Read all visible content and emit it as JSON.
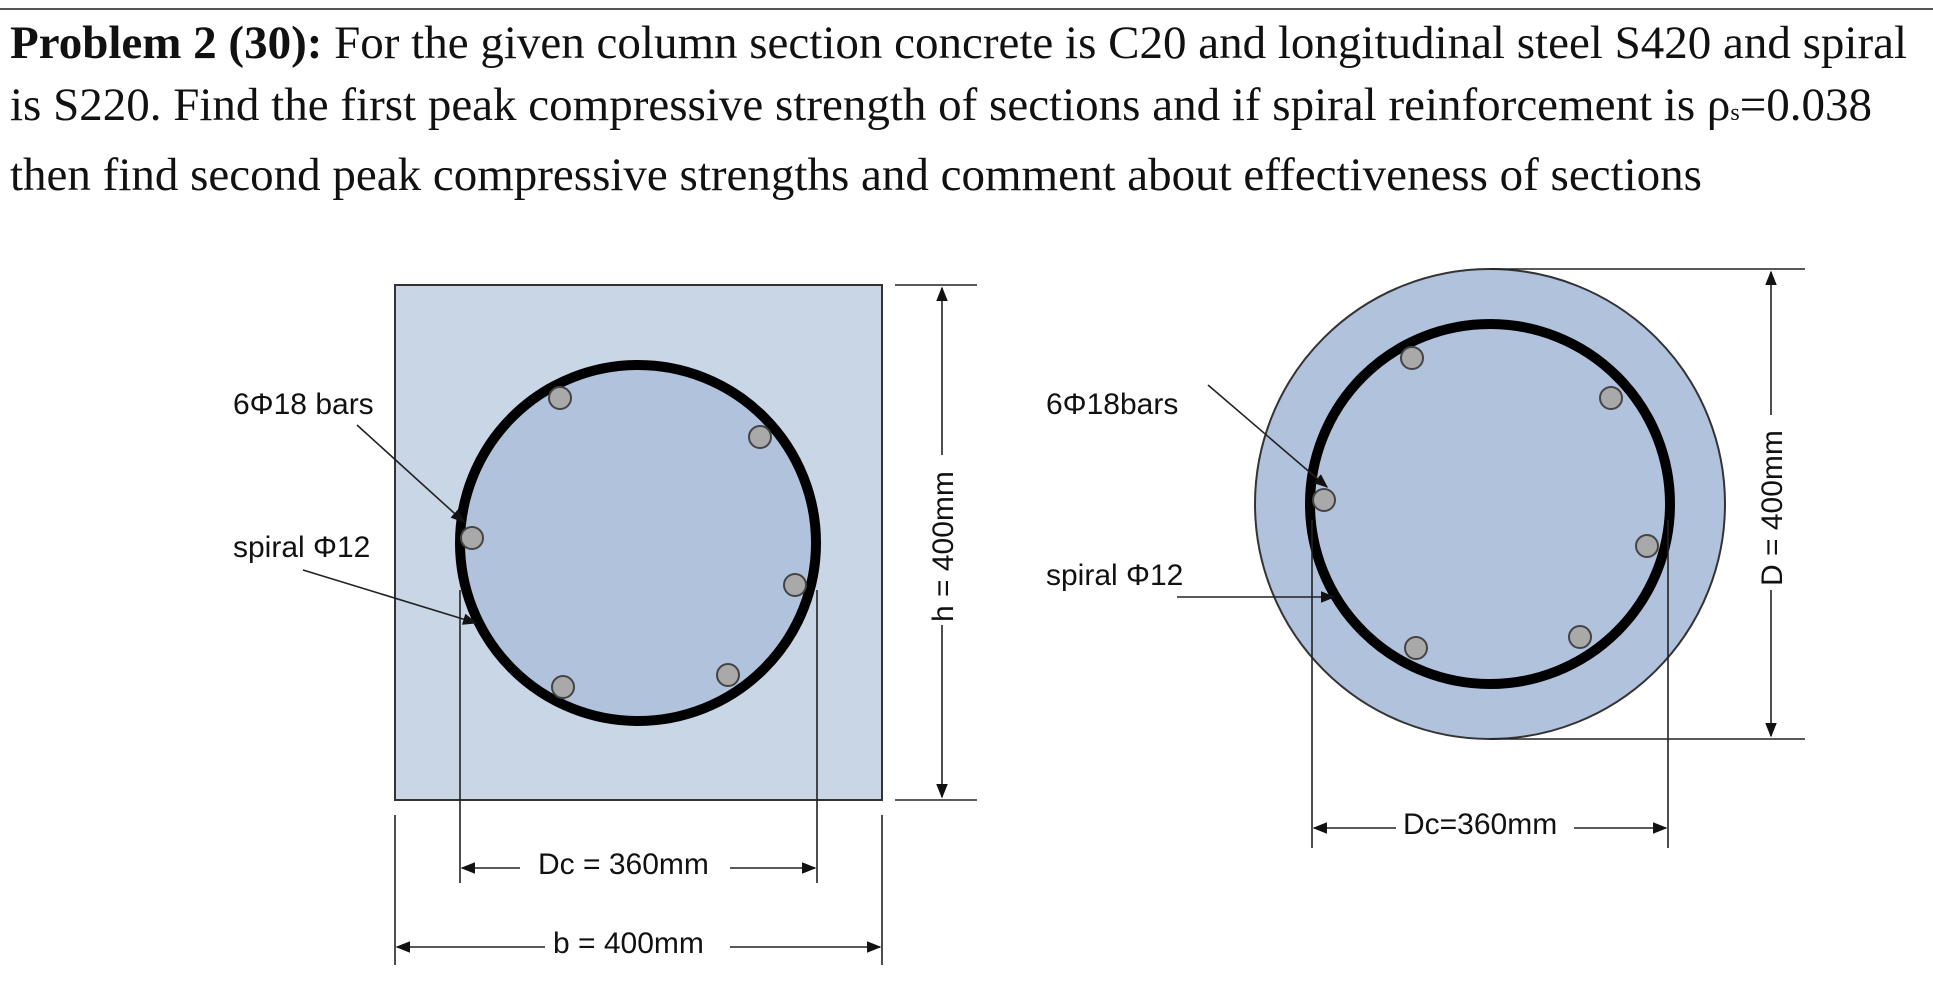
{
  "problem": {
    "title": "Problem 2 (30):",
    "line1": " For the given column section concrete is C20 and longitudinal steel S420 and spiral is S220. Find the first peak compressive strength of sections and if spiral reinforcement is ",
    "rho": "ρ",
    "rho_sub": "s",
    "line2": "=0.038 then find second peak compressive strengths and comment about effectiveness of sections"
  },
  "square_section": {
    "bars_label": "6Φ18 bars",
    "spiral_label": "spiral Φ12",
    "dc_label": "Dc = 360mm",
    "b_label": "b = 400mm",
    "h_label": "h = 400mm"
  },
  "circular_section": {
    "bars_label": "6Φ18bars",
    "spiral_label": "spiral Φ12",
    "dc_label": "Dc=360mm",
    "d_label": "D = 400mm"
  },
  "colors": {
    "cover_fill": "#c8d6e6",
    "core_fill": "#b0c2dc",
    "bar_fill": "#a9a9a9",
    "spiral_stroke": "#000000"
  }
}
